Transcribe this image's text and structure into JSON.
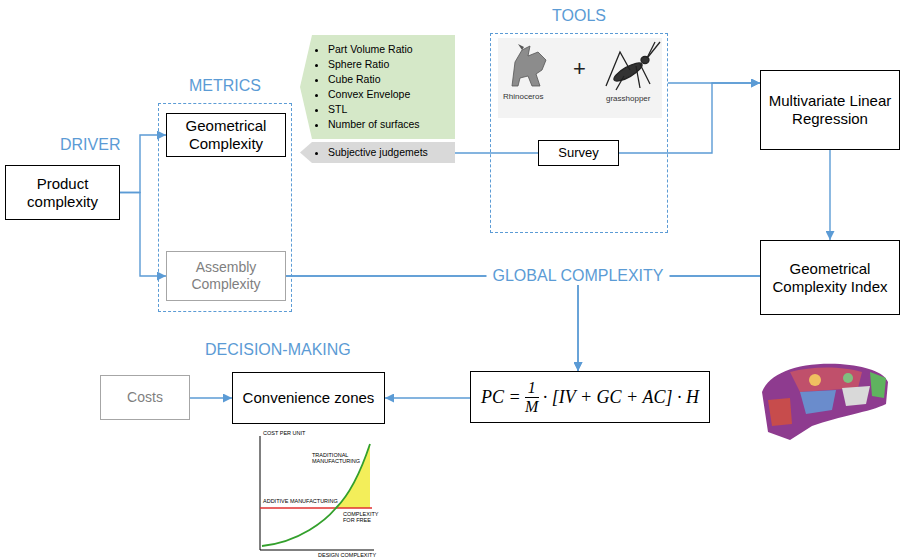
{
  "diagram": {
    "nodes": [
      {
        "text": [
          "Product complexity"
        ]
      },
      {
        "text": [
          "METRICS"
        ]
      },
      {
        "text": [
          "Geometrical Complexity"
        ],
        "in": 1
      },
      {
        "text": [
          "Assembly Complexity"
        ],
        "in": 1
      },
      {
        "text": [
          "Part Volume Ratio",
          "Sphere Ratio",
          "Cube Ratio",
          "Convex Envelope",
          "STL",
          "Number of surfaces"
        ]
      },
      {
        "text": [
          "Subjective judgemets"
        ]
      },
      {
        "text": [
          "TOOLS"
        ]
      },
      {
        "text": [
          "Survey"
        ],
        "in": 6
      },
      {
        "text": [
          "Multivariate Linear Regression"
        ]
      },
      {
        "text": [
          "Geometrical Complexity Index"
        ]
      },
      {
        "text": [
          "PC =",
          "1",
          "M",
          "· [IV + GC + AC] · H"
        ]
      },
      {
        "text": [
          "Costs"
        ]
      },
      {
        "text": [
          "Convenience zones"
        ]
      }
    ],
    "edges": [
      {
        "from": 0,
        "to": 2,
        "arrow": "to"
      },
      {
        "from": 0,
        "to": 3,
        "arrow": "to"
      },
      {
        "from": 7,
        "to": 5,
        "arrow": "none"
      },
      {
        "from": 6,
        "to": 8,
        "arrow": "to"
      },
      {
        "from": 7,
        "to": 8,
        "arrow": "to"
      },
      {
        "from": 8,
        "to": 9,
        "arrow": "to"
      },
      {
        "from": 3,
        "to": 9,
        "label": "GLOBAL COMPLEXITY",
        "arrow": "none"
      },
      {
        "from": 3,
        "to": 10,
        "arrow": "to"
      },
      {
        "from": 9,
        "to": 10,
        "arrow": "to"
      },
      {
        "from": 10,
        "to": 12,
        "arrow": "to"
      },
      {
        "from": 11,
        "to": 12,
        "arrow": "to"
      }
    ],
    "labels": [
      "DRIVER",
      "DECISION-MAKING",
      "Rhinoceros",
      "+",
      "grasshopper",
      "COST PER UNIT",
      "TRADITIONAL MANUFACTURING",
      "ADDITIVE MANUFACTURING",
      "COMPLEXITY FOR FREE",
      "DESIGN COMPLEXITY"
    ]
  }
}
